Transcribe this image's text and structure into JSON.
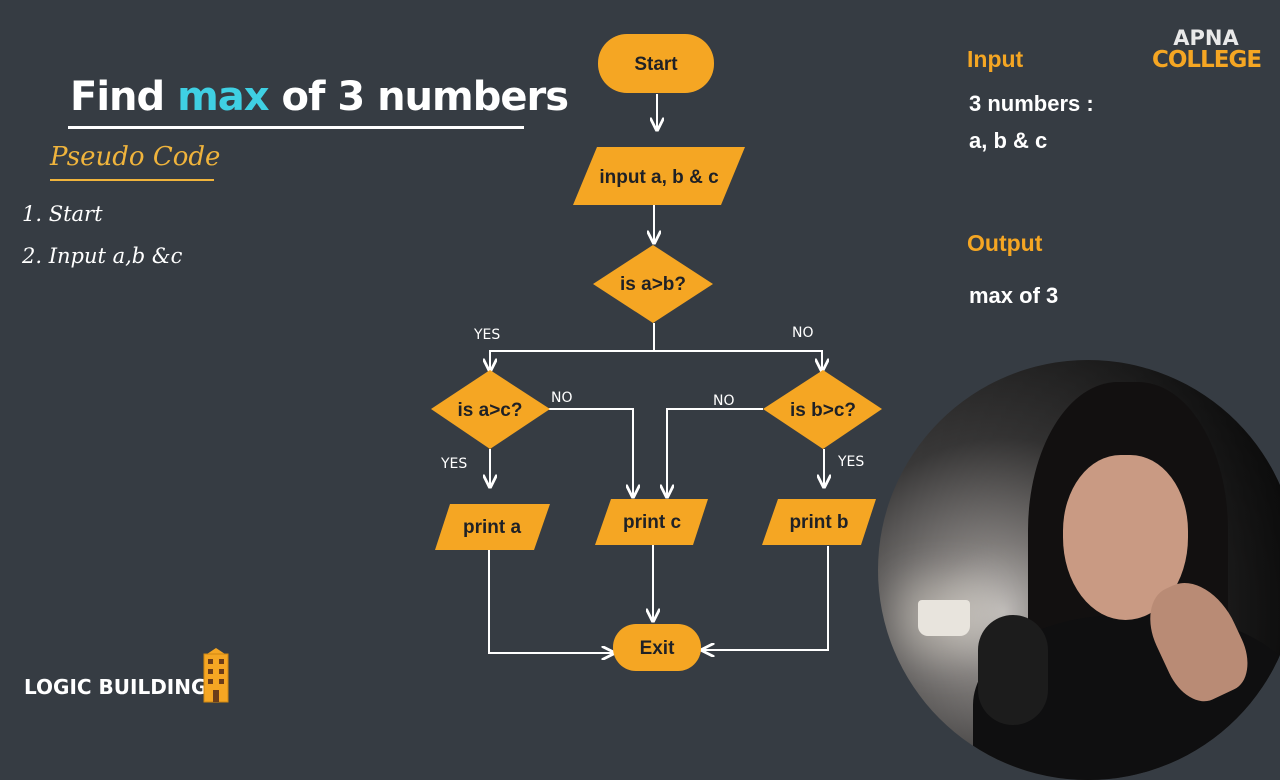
{
  "title": {
    "prefix": "Find",
    "highlight": "max",
    "suffix": "of 3 numbers"
  },
  "pseudo_code": {
    "heading": "Pseudo Code",
    "steps": [
      "1. Start",
      "2. Input a,b &c"
    ]
  },
  "input_section": {
    "heading": "Input",
    "line1": "3 numbers :",
    "line2": "a, b & c"
  },
  "output_section": {
    "heading": "Output",
    "text": "max of 3"
  },
  "logo": {
    "line1": "APNA",
    "line2": "COLLEGE"
  },
  "footer": {
    "label": "LOGIC BUILDING"
  },
  "flowchart": {
    "start": "Start",
    "input": "input a, b & c",
    "decision_ab": "is a>b?",
    "decision_ac": "is a>c?",
    "decision_bc": "is b>c?",
    "print_a": "print a",
    "print_c": "print c",
    "print_b": "print b",
    "exit": "Exit",
    "label_yes_ab": "YES",
    "label_no_ab": "NO",
    "label_no_ac": "NO",
    "label_yes_ac": "YES",
    "label_no_bc": "NO",
    "label_yes_bc": "YES"
  },
  "colors": {
    "background": "#363c43",
    "node_fill": "#f5a623",
    "accent": "#3fd0e3",
    "handwriting": "#f0b43c"
  }
}
